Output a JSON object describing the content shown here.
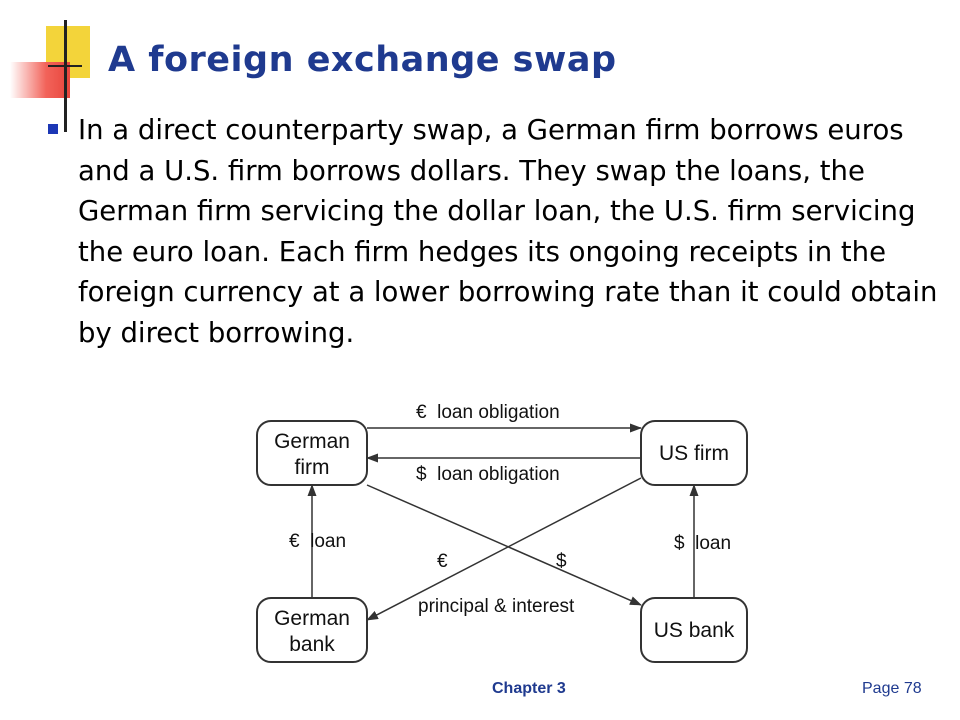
{
  "slide": {
    "title": "A foreign exchange swap",
    "body": "In a direct counterparty swap, a German firm borrows euros and a U.S. firm borrows dollars. They swap the loans, the German firm servicing the dollar loan, the U.S. firm servicing the euro loan.  Each firm hedges its ongoing receipts in the foreign currency at a lower borrowing rate than it could obtain by direct borrowing."
  },
  "diagram": {
    "nodes": {
      "german_firm": {
        "line1": "German",
        "line2": "firm"
      },
      "us_firm": {
        "label": "US firm"
      },
      "german_bank": {
        "line1": "German",
        "line2": "bank"
      },
      "us_bank": {
        "label": "US bank"
      }
    },
    "edges": {
      "euro_obligation": "€  loan obligation",
      "dollar_obligation": "$  loan obligation",
      "euro_loan": "€  loan",
      "dollar_loan": "$  loan",
      "euro_cross": "€",
      "dollar_cross": "$",
      "principal_interest": "principal & interest"
    }
  },
  "footer": {
    "chapter": "Chapter 3",
    "page": "Page 78"
  },
  "colors": {
    "title": "#1f3a8f",
    "bullet": "#1c37b5",
    "accent_yellow": "#f3d43a",
    "accent_red": "#e8453c"
  }
}
